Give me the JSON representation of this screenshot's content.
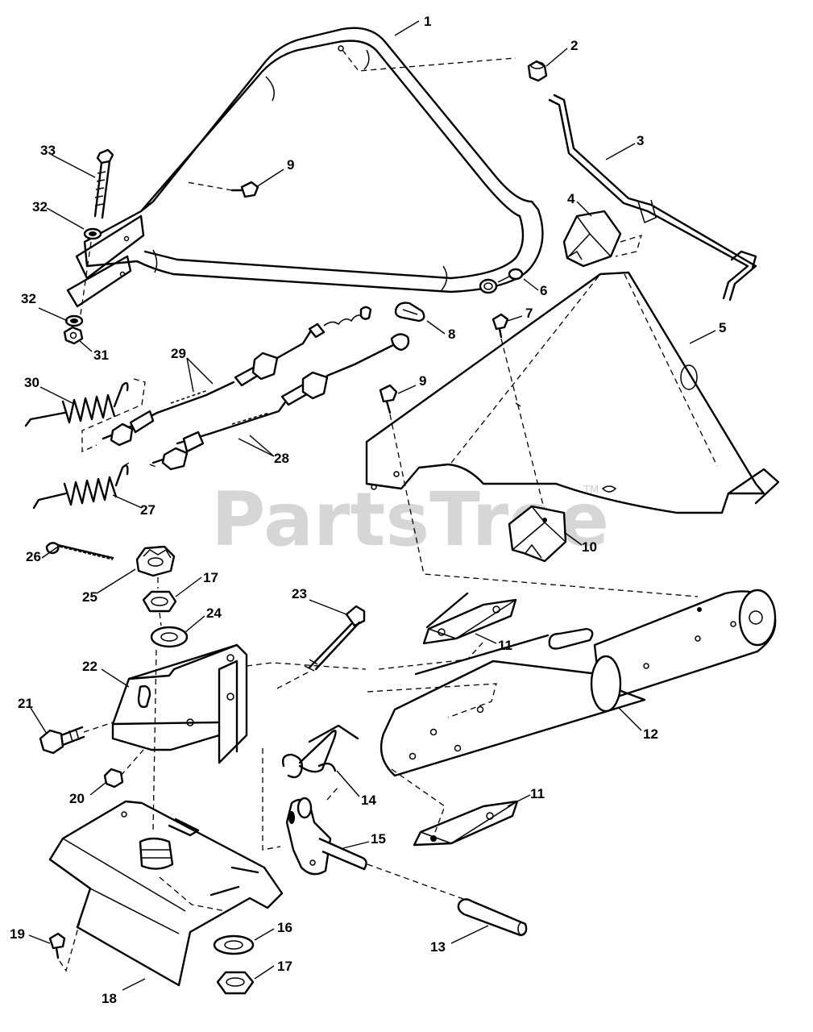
{
  "watermark": {
    "text": "PartsTree",
    "tm": "TM"
  },
  "callouts": [
    {
      "id": "c1",
      "label": "1"
    },
    {
      "id": "c2",
      "label": "2"
    },
    {
      "id": "c3",
      "label": "3"
    },
    {
      "id": "c4",
      "label": "4"
    },
    {
      "id": "c5",
      "label": "5"
    },
    {
      "id": "c6",
      "label": "6"
    },
    {
      "id": "c7",
      "label": "7"
    },
    {
      "id": "c8",
      "label": "8"
    },
    {
      "id": "c9a",
      "label": "9"
    },
    {
      "id": "c9b",
      "label": "9"
    },
    {
      "id": "c10",
      "label": "10"
    },
    {
      "id": "c11a",
      "label": "11"
    },
    {
      "id": "c11b",
      "label": "11"
    },
    {
      "id": "c12",
      "label": "12"
    },
    {
      "id": "c13",
      "label": "13"
    },
    {
      "id": "c14",
      "label": "14"
    },
    {
      "id": "c15",
      "label": "15"
    },
    {
      "id": "c16",
      "label": "16"
    },
    {
      "id": "c17a",
      "label": "17"
    },
    {
      "id": "c17b",
      "label": "17"
    },
    {
      "id": "c18",
      "label": "18"
    },
    {
      "id": "c19",
      "label": "19"
    },
    {
      "id": "c20",
      "label": "20"
    },
    {
      "id": "c21",
      "label": "21"
    },
    {
      "id": "c22",
      "label": "22"
    },
    {
      "id": "c23",
      "label": "23"
    },
    {
      "id": "c24",
      "label": "24"
    },
    {
      "id": "c25",
      "label": "25"
    },
    {
      "id": "c26",
      "label": "26"
    },
    {
      "id": "c27",
      "label": "27"
    },
    {
      "id": "c28",
      "label": "28"
    },
    {
      "id": "c29",
      "label": "29"
    },
    {
      "id": "c30",
      "label": "30"
    },
    {
      "id": "c31",
      "label": "31"
    },
    {
      "id": "c32a",
      "label": "32"
    },
    {
      "id": "c32b",
      "label": "32"
    },
    {
      "id": "c33",
      "label": "33"
    }
  ]
}
